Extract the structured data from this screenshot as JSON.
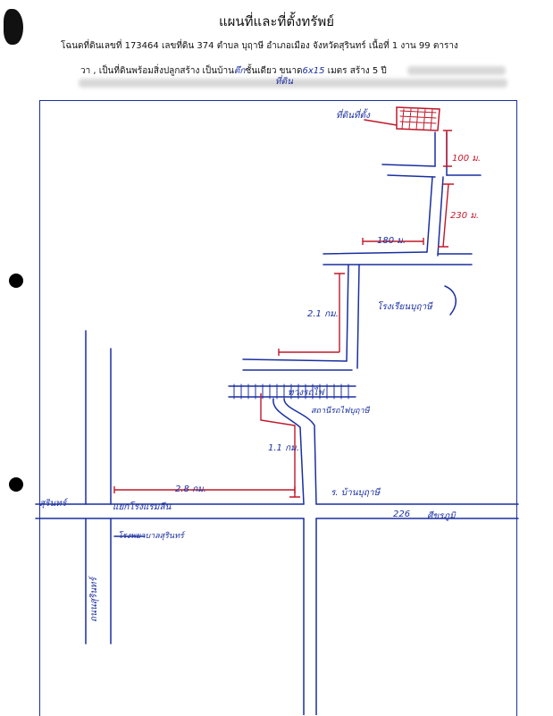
{
  "document": {
    "title": "แผนที่และที่ตั้งทรัพย์",
    "line1": "โฉนดที่ดินเลขที่   173464 เลขที่ดิน 374  ตำบล บุฤาษี  อำเภอเมือง  จังหวัดสุรินทร์ เนื้อที่  1 งาน 99 ตาราง",
    "line2_prefix": "วา ,  เป็นที่ดินพร้อมสิ่งปลูกสร้าง เป็นบ้าน",
    "line2_hand1": "ตึก",
    "line2_mid": "ชั้นเดียว  ขนาด",
    "line2_hand2": "6x15",
    "line2_suffix": " เมตร  สร้าง 5 ปี",
    "line3_hand": "ที่ดิน"
  },
  "map": {
    "property_label": "ที่ดินที่ตั้ง",
    "dist_100m": "100 ม.",
    "dist_230m": "230 ม.",
    "dist_180m": "180 ม.",
    "dist_2_1km_a": "2.1 กม.",
    "dist_1_1km": "1.1 กม.",
    "dist_2_8km": "2.8 กม.",
    "school": "โรงเรียนบุฤาษี",
    "railway": "ทางรถไฟ",
    "station": "สถานีรถไฟบุฤาษี",
    "village": "ร. บ้านบุฤาษี",
    "road_226": "226",
    "destination_right": "ศีขรภูมิ",
    "destination_left": "สุรินทร์",
    "intersection": "แยกโรงแรมลีน",
    "hospital": "โรงพยาบาลสุรินทร์",
    "road_north": "ถนนสุรินทร์"
  },
  "colors": {
    "ink_blue": "#1a2fa0",
    "ink_red": "#c0182a"
  }
}
